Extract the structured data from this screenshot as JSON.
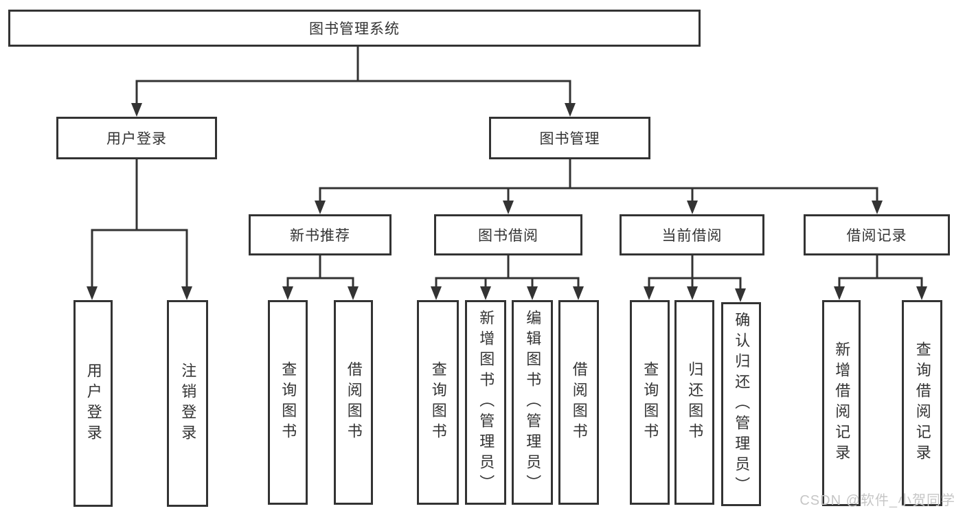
{
  "tree": {
    "root": {
      "label": "图书管理系统"
    },
    "branches": [
      {
        "label": "用户登录",
        "children": [
          {
            "label": "用户登录"
          },
          {
            "label": "注销登录"
          }
        ]
      },
      {
        "label": "图书管理",
        "groups": [
          {
            "label": "新书推荐",
            "children": [
              {
                "label": "查询图书"
              },
              {
                "label": "借阅图书"
              }
            ]
          },
          {
            "label": "图书借阅",
            "children": [
              {
                "label": "查询图书"
              },
              {
                "label": "新增图书（管理员）"
              },
              {
                "label": "编辑图书（管理员）"
              },
              {
                "label": "借阅图书"
              }
            ]
          },
          {
            "label": "当前借阅",
            "children": [
              {
                "label": "查询图书"
              },
              {
                "label": "归还图书"
              },
              {
                "label": "确认归还（管理员）"
              }
            ]
          },
          {
            "label": "借阅记录",
            "children": [
              {
                "label": "新增借阅记录"
              },
              {
                "label": "查询借阅记录"
              }
            ]
          }
        ]
      }
    ]
  },
  "watermark": {
    "text": "CSDN @软件_小贺同学"
  },
  "colors": {
    "line": "#333333",
    "text": "#333333",
    "background": "#ffffff",
    "watermark": "#c6c6c6"
  }
}
